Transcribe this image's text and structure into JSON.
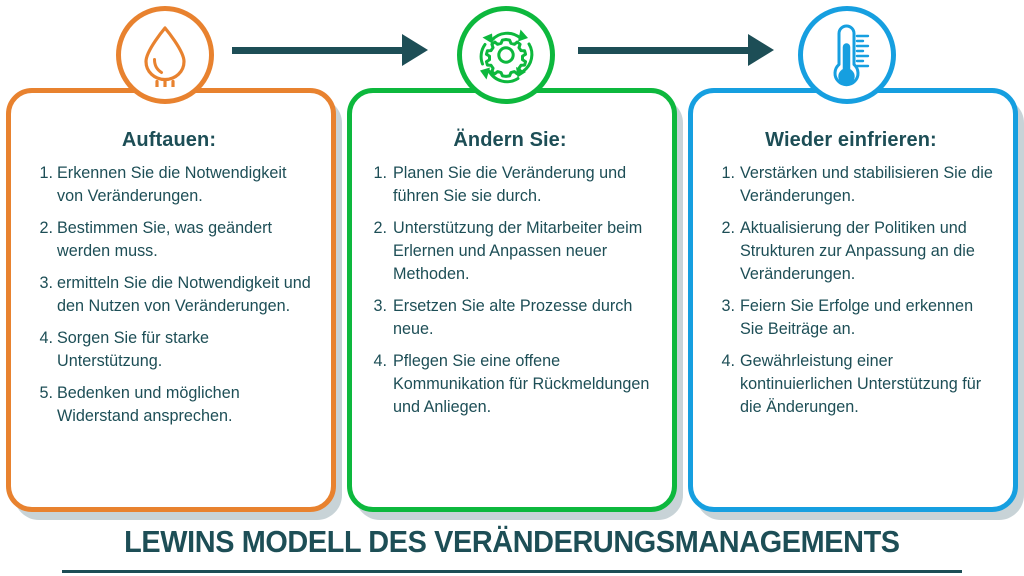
{
  "diagram": {
    "footer_title": "LEWINS MODELL DES VERÄNDERUNGSMANAGEMENTS",
    "colors": {
      "unfreeze": "#E8822F",
      "change": "#0DB83D",
      "refreeze": "#169FE0",
      "text": "#1D4E56",
      "arrow": "#1D4E56",
      "shadow": "#BECBD0",
      "background": "#FFFFFF"
    },
    "arrows": [
      {
        "name": "arrow-unfreeze-to-change",
        "direction": "right"
      },
      {
        "name": "arrow-change-to-refreeze",
        "direction": "right"
      }
    ],
    "stages": [
      {
        "id": "unfreeze",
        "icon": "water-drop-icon",
        "title": "Auftauen:",
        "accent": "#E8822F",
        "steps": [
          "Erkennen Sie die Notwendigkeit von Veränderungen.",
          "Bestimmen Sie, was geändert werden muss.",
          "ermitteln Sie die Notwendigkeit und den Nutzen von Veränderungen.",
          "Sorgen Sie für starke Unterstützung.",
          "Bedenken und möglichen Widerstand ansprechen."
        ]
      },
      {
        "id": "change",
        "icon": "gear-cycle-icon",
        "title": "Ändern Sie:",
        "accent": "#0DB83D",
        "steps": [
          "Planen Sie die Veränderung und führen Sie sie durch.",
          "Unterstützung der Mitarbeiter beim Erlernen und Anpassen neuer Methoden.",
          "Ersetzen Sie alte Prozesse durch neue.",
          "Pflegen Sie eine offene Kommunikation für Rückmeldungen und Anliegen."
        ]
      },
      {
        "id": "refreeze",
        "icon": "thermometer-icon",
        "title": "Wieder einfrieren:",
        "accent": "#169FE0",
        "steps": [
          "Verstärken und stabilisieren Sie die Veränderungen.",
          "Aktualisierung der Politiken und Strukturen zur Anpassung an die Veränderungen.",
          "Feiern Sie Erfolge und erkennen Sie Beiträge an.",
          "Gewährleistung einer kontinuierlichen Unterstützung für die Änderungen."
        ]
      }
    ]
  }
}
